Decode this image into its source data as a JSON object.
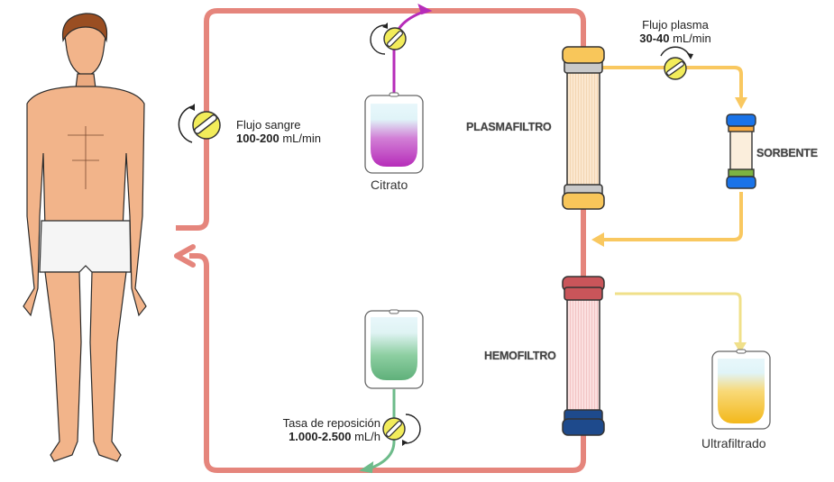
{
  "diagram": {
    "title": "",
    "patient": {
      "icon": "human-figure-icon"
    },
    "pumps": {
      "blood": {
        "label": "Flujo sangre",
        "value": "100-200",
        "unit": "mL/min"
      },
      "plasma": {
        "label": "Flujo plasma",
        "value": "30-40",
        "unit": "mL/min"
      },
      "replacement": {
        "label": "Tasa de reposición",
        "value": "1.000-2.500",
        "unit": "mL/h"
      },
      "citrate": {
        "icon": "pump-icon"
      }
    },
    "components": {
      "plasmafilter": "PLASMAFILTRO",
      "sorbent": "SORBENTE",
      "hemofilter": "HEMOFILTRO"
    },
    "bags": {
      "citrate": "Citrato",
      "ultrafiltrate": "Ultrafiltrado",
      "replacement": ""
    },
    "colors": {
      "blood_line": "#e5857c",
      "plasma_line": "#f9c860",
      "citrate_line": "#b62cb9",
      "replacement_line": "#6dbb8a",
      "ultrafiltrate_line": "#f0e08a",
      "pump_yellow": "#f2ec5a",
      "plasmafilter_cap": "#f8c65a",
      "plasmafilter_band": "#c9c9c9",
      "plasmafilter_body": "#fbe7cf",
      "sorbent_cap": "#1a73e8",
      "sorbent_top_band": "#f7a940",
      "sorbent_bottom_band": "#7cb342",
      "hemofilter_top_cap": "#c9555a",
      "hemofilter_bottom_cap": "#1e4a8c",
      "hemofilter_body": "#fbdada"
    }
  }
}
